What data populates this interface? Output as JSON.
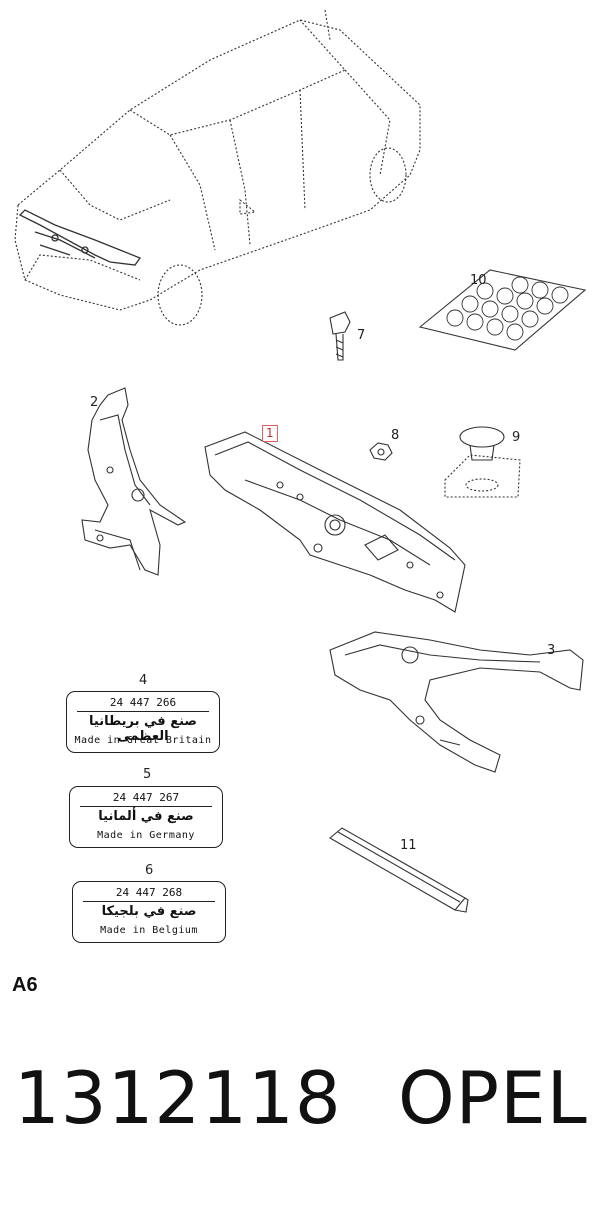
{
  "callouts": {
    "c1": "1",
    "c2": "2",
    "c3": "3",
    "c4": "4",
    "c5": "5",
    "c6": "6",
    "c7": "7",
    "c8": "8",
    "c9": "9",
    "c10": "10",
    "c11": "11"
  },
  "labels": {
    "gb": {
      "number": "24 447 266",
      "arabic": "صنع في بريطانيا العظمى",
      "made": "Made in Great Britain"
    },
    "de": {
      "number": "24 447 267",
      "arabic": "صنع في ألمانيا",
      "made": "Made in Germany"
    },
    "be": {
      "number": "24 447 268",
      "arabic": "صنع في بلجيكا",
      "made": "Made in Belgium"
    }
  },
  "section_tag": "A6",
  "footer": {
    "part_number": "1312118",
    "brand": "OPEL"
  },
  "colors": {
    "line": "#222222",
    "highlight": "#e06060"
  }
}
